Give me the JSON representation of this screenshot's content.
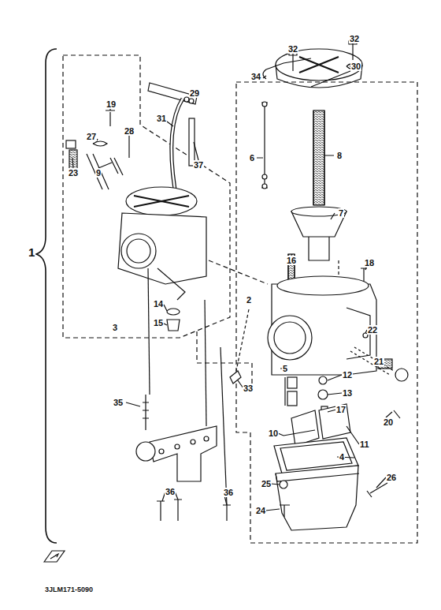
{
  "diagram": {
    "labels": [
      "32",
      "32",
      "30",
      "34",
      "29",
      "19",
      "27",
      "28",
      "31",
      "37",
      "9",
      "23",
      "6",
      "8",
      "7",
      "1",
      "16",
      "18",
      "2",
      "14",
      "3",
      "15",
      "22",
      "21",
      "5",
      "12",
      "33",
      "13",
      "35",
      "17",
      "20",
      "10",
      "11",
      "4",
      "26",
      "25",
      "36",
      "36",
      "24",
      "3JLM171-5090"
    ]
  }
}
